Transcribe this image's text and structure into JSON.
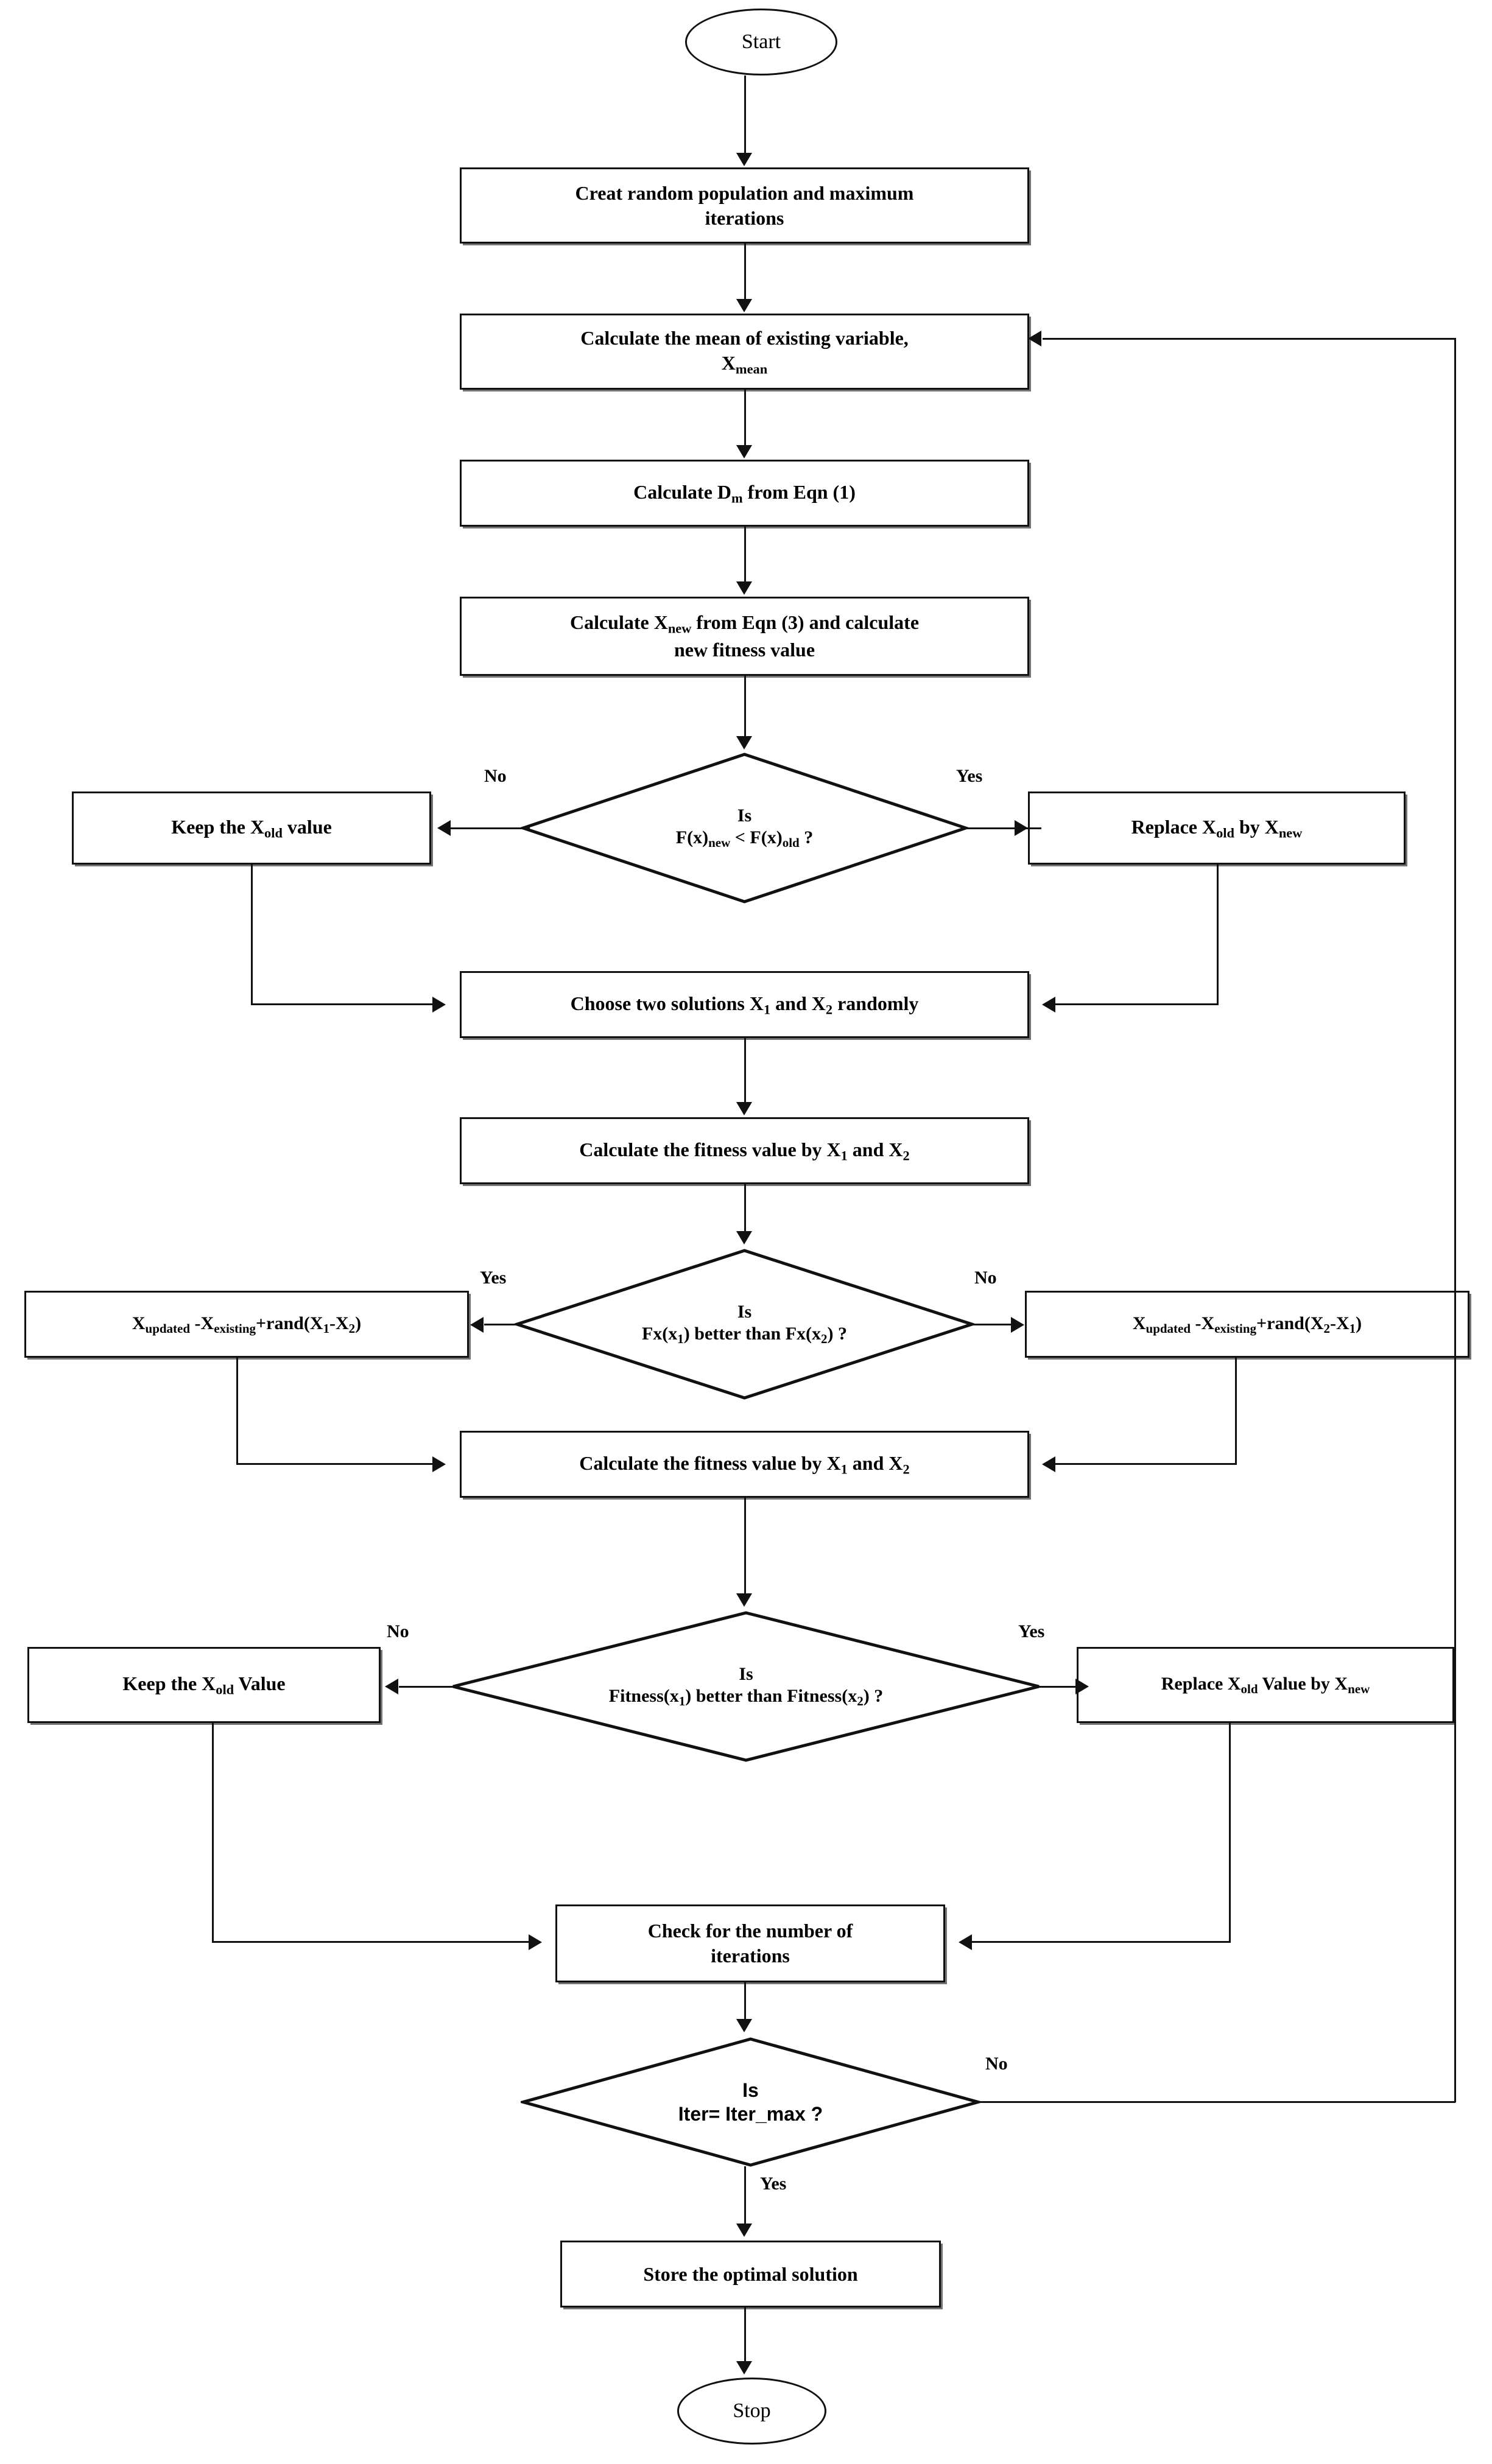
{
  "diagram": {
    "title": "Optimization algorithm flowchart",
    "type": "flowchart",
    "colors": {
      "stroke": "#111111",
      "fill": "#ffffff",
      "shadow": "#5a5a5a"
    }
  },
  "nodes": {
    "start": {
      "label": "Start",
      "shape": "terminator"
    },
    "init": {
      "line1": "Creat random population and  maximum",
      "line2": "iterations",
      "shape": "process"
    },
    "mean": {
      "line1": "Calculate the mean of existing variable,",
      "line2_main": "X",
      "line2_sub": "mean",
      "shape": "process"
    },
    "dm": {
      "pre": "Calculate D",
      "sub": "m",
      "post": " from Eqn (1)",
      "shape": "process"
    },
    "xnew": {
      "pre": "Calculate X",
      "sub": "new",
      "post": " from Eqn (3) and calculate",
      "line2": "new fitness value",
      "shape": "process"
    },
    "keep_old_value": {
      "pre": "Keep the X",
      "sub": "old",
      "post": " value",
      "shape": "process"
    },
    "decision1": {
      "line1": "Is",
      "l2_a": "F(x)",
      "l2_sub1": "new",
      "l2_b": " <  F(x)",
      "l2_sub2": "old",
      "l2_c": " ?",
      "shape": "decision"
    },
    "replace_old_by_new": {
      "pre": "Replace X",
      "sub": "old",
      "mid": " by X",
      "sub2": "new",
      "shape": "process"
    },
    "choose_two": {
      "pre": "Choose two solutions X",
      "sub": "1",
      "mid": " and X",
      "sub2": "2",
      "post": " randomly",
      "shape": "process"
    },
    "fitness1": {
      "pre": "Calculate the fitness value by X",
      "sub": "1",
      "mid": " and X",
      "sub2": "2",
      "shape": "process"
    },
    "updated_left": {
      "pre": "X",
      "sub": "updated",
      "mid1": " -X",
      "sub2": "existing",
      "mid2": "+rand(X",
      "sub3": "1",
      "mid3": "-X",
      "sub4": "2",
      "post": ")",
      "shape": "process"
    },
    "decision2": {
      "line1": "Is",
      "l2_a": "Fx(x",
      "l2_sub1": "1",
      "l2_b": ") better than  Fx(x",
      "l2_sub2": "2",
      "l2_c": ") ?",
      "shape": "decision"
    },
    "updated_right": {
      "pre": "X",
      "sub": "updated",
      "mid1": " -X",
      "sub2": "existing",
      "mid2": "+rand(X",
      "sub3": "2",
      "mid3": "-X",
      "sub4": "1",
      "post": ")",
      "shape": "process"
    },
    "fitness2": {
      "pre": "Calculate the fitness value by X",
      "sub": "1",
      "mid": " and X",
      "sub2": "2",
      "shape": "process"
    },
    "keep_old_value_2": {
      "pre": "Keep the X",
      "sub": "old",
      "post": " Value",
      "shape": "process"
    },
    "decision3": {
      "line1": "Is",
      "l2_a": "Fitness(x",
      "l2_sub1": "1",
      "l2_b": ") better than  Fitness(x",
      "l2_sub2": "2",
      "l2_c": ") ?",
      "shape": "decision"
    },
    "replace_old_value": {
      "pre": "Replace X",
      "sub": "old",
      "mid": " Value by X",
      "sub2": "new",
      "shape": "process"
    },
    "check_iter": {
      "line1": "Check for the number of",
      "line2": "iterations",
      "shape": "process"
    },
    "decision4": {
      "line1": "Is",
      "line2": "Iter= Iter_max ?",
      "shape": "decision"
    },
    "store": {
      "label": "Store the optimal solution",
      "shape": "process"
    },
    "stop": {
      "label": "Stop",
      "shape": "terminator"
    }
  },
  "edge_labels": {
    "d1_no": "No",
    "d1_yes": "Yes",
    "d2_yes": "Yes",
    "d2_no": "No",
    "d3_no": "No",
    "d3_yes": "Yes",
    "d4_no": "No",
    "d4_yes": "Yes"
  }
}
